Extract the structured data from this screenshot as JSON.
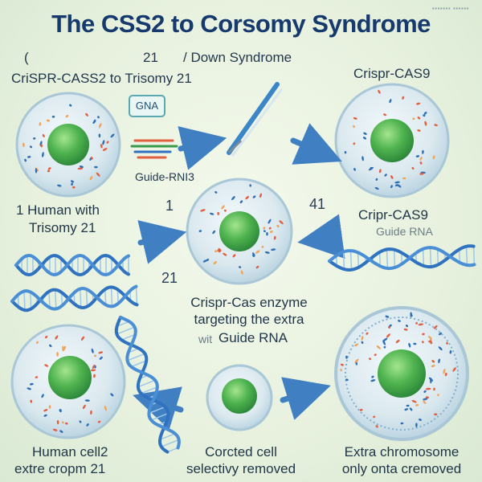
{
  "header": {
    "title": "The CSS2 to Corsomy Syndrome",
    "subtitle_number": "21",
    "subtitle_text": "/ Down Syndrome",
    "watermark": "▪▪▪▪▪▪▪ ▪▪▪▪▪▪"
  },
  "steps": {
    "top_left_label": "CriSPR-CASS2  to  Trisomy 21",
    "top_right_label": "Crispr-CAS9",
    "gna_tag": "GNA",
    "guide_rna_label": "Guide-RNI3",
    "human_label_line1": "1 Human with",
    "human_label_line2": "Trisomy 21",
    "num_1": "1",
    "num_41": "41",
    "num_21": "21",
    "right_mid_label": "Cripr-CAS9",
    "right_mid_sublabel": "Guide RNA",
    "center_line1": "Crispr-Cas enzyme",
    "center_line2": "targeting the extra",
    "center_line3_prefix": "wit",
    "center_line3": "Guide RNA",
    "bottom_left_line1": "Human cell2",
    "bottom_left_line2": "extre cropm 21",
    "bottom_mid_line1": "Corcted cell",
    "bottom_mid_line2": "selectivy removed",
    "bottom_right_line1": "Extra chromosome",
    "bottom_right_line2": "only onta cremoved"
  },
  "colors": {
    "cell_fill": "#dbe9ef",
    "cell_edge": "#a9c7d6",
    "nucleus": "#4fb34f",
    "nucleus_light": "#8fdc7c",
    "dna_blue": "#2f72c0",
    "dna_light": "#9cc7ea",
    "arrow": "#3f7fc2",
    "scissors": "#3a86c9",
    "speck_red": "#e25f3f",
    "speck_blue": "#2f6fb5"
  }
}
